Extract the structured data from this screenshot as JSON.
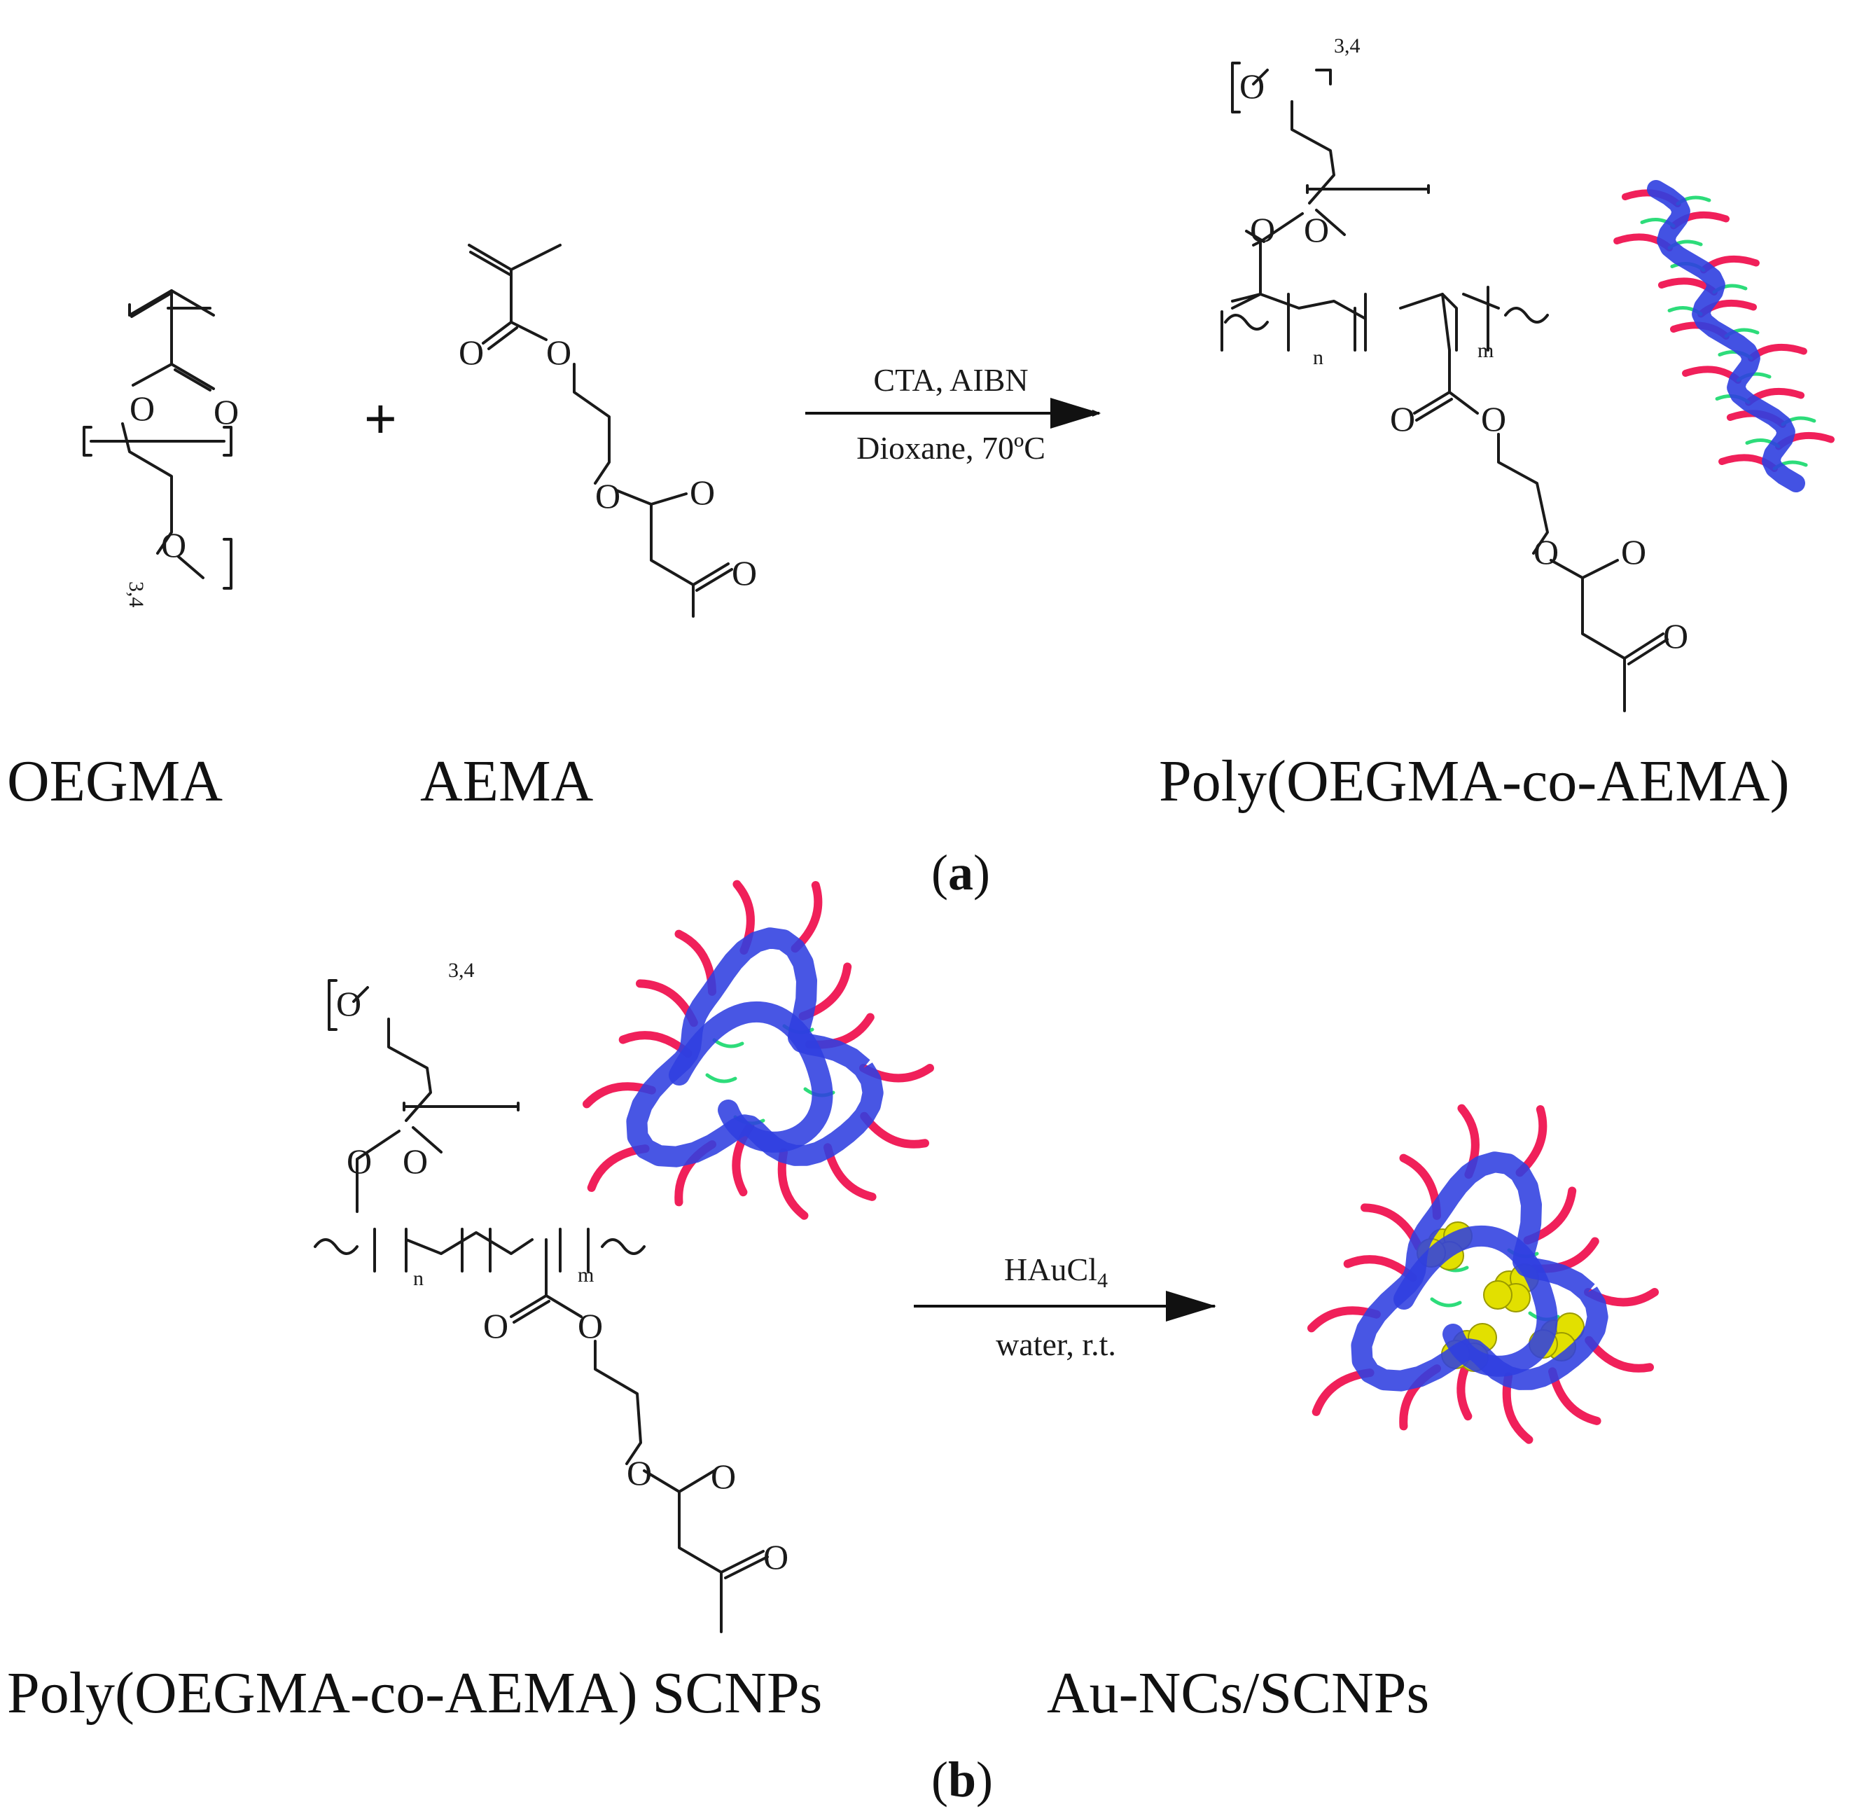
{
  "panel_a": {
    "label_letter": "a",
    "monomer1": {
      "name": "OEGMA",
      "repeat": "3,4"
    },
    "plus": "+",
    "monomer2": {
      "name": "AEMA"
    },
    "reaction": {
      "above": "CTA, AIBN",
      "below": "Dioxane, 70ºC"
    },
    "product": {
      "name": "Poly(OEGMA-co-AEMA)",
      "repeat": "3,4",
      "sub_n": "n",
      "sub_m": "m"
    }
  },
  "panel_b": {
    "label_letter": "b",
    "reactant": {
      "name": "Poly(OEGMA-co-AEMA) SCNPs",
      "repeat": "3,4",
      "sub_n": "n",
      "sub_m": "m"
    },
    "reaction": {
      "above_main": "HAuCl",
      "above_sub": "4",
      "below": "water, r.t."
    },
    "product": {
      "name": "Au-NCs/SCNPs"
    }
  },
  "atoms": {
    "oxygen": "O"
  },
  "colors": {
    "backbone": "#2f3fe0",
    "pendant": "#f0205a",
    "crosslink": "#2ddc7a",
    "gold": "#e2e000",
    "ink": "#1a1a1a"
  }
}
